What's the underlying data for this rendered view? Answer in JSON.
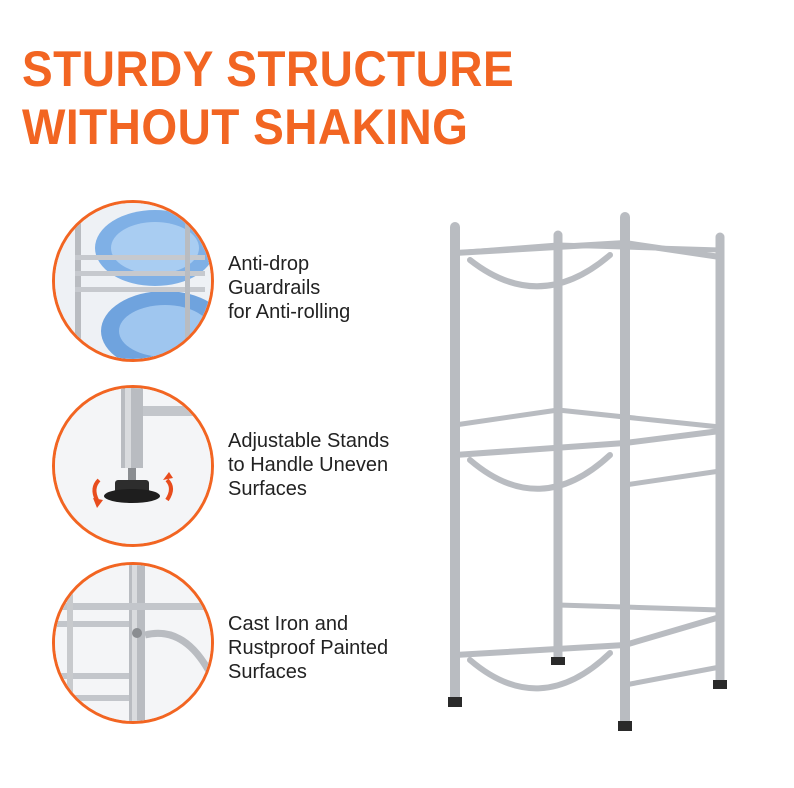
{
  "headline": {
    "line1": "STURDY STRUCTURE",
    "line2": "WITHOUT SHAKING"
  },
  "features": [
    {
      "caption": "Anti-drop\nGuardrails\nfor Anti-rolling",
      "icon": "water-bottles-guardrail-closeup"
    },
    {
      "caption": "Adjustable Stands\nto Handle Uneven\nSurfaces",
      "icon": "adjustable-foot-closeup"
    },
    {
      "caption": "Cast Iron and\nRustproof Painted\nSurfaces",
      "icon": "frame-joint-closeup"
    }
  ],
  "colors": {
    "accent": "#f26522",
    "text": "#222222",
    "metal": "#b9bcc1",
    "background": "#ffffff"
  }
}
